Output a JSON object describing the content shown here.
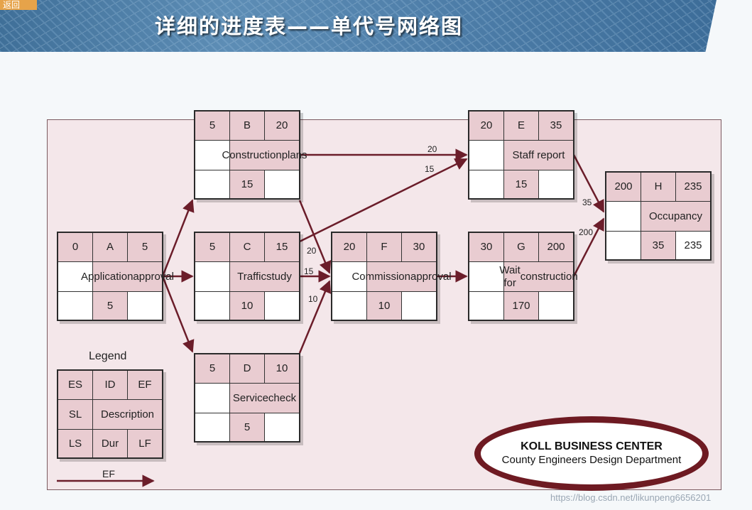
{
  "header": {
    "tag": "返回",
    "title": "详细的进度表——单代号网络图"
  },
  "nodes": [
    {
      "id": "A",
      "es": "0",
      "ef": "5",
      "desc_lines": [
        "Application",
        "approval"
      ],
      "sl": "",
      "dur": "5",
      "ls": "",
      "lf": ""
    },
    {
      "id": "B",
      "es": "5",
      "ef": "20",
      "desc_lines": [
        "Construction",
        "plans"
      ],
      "sl": "",
      "dur": "15",
      "ls": "",
      "lf": ""
    },
    {
      "id": "C",
      "es": "5",
      "ef": "15",
      "desc_lines": [
        "Traffic",
        "study"
      ],
      "sl": "",
      "dur": "10",
      "ls": "",
      "lf": ""
    },
    {
      "id": "D",
      "es": "5",
      "ef": "10",
      "desc_lines": [
        "Service",
        "check"
      ],
      "sl": "",
      "dur": "5",
      "ls": "",
      "lf": ""
    },
    {
      "id": "E",
      "es": "20",
      "ef": "35",
      "desc_lines": [
        "Staff report"
      ],
      "sl": "",
      "dur": "15",
      "ls": "",
      "lf": ""
    },
    {
      "id": "F",
      "es": "20",
      "ef": "30",
      "desc_lines": [
        "Commission",
        "approval"
      ],
      "sl": "",
      "dur": "10",
      "ls": "",
      "lf": ""
    },
    {
      "id": "G",
      "es": "30",
      "ef": "200",
      "desc_lines": [
        "Wait for",
        "construction"
      ],
      "sl": "",
      "dur": "170",
      "ls": "",
      "lf": ""
    },
    {
      "id": "H",
      "es": "200",
      "ef": "235",
      "desc_lines": [
        "Occupancy"
      ],
      "sl": "",
      "dur": "35",
      "ls": "",
      "lf": "235"
    }
  ],
  "edges": [
    {
      "from": "A",
      "to": "B",
      "label": ""
    },
    {
      "from": "A",
      "to": "C",
      "label": ""
    },
    {
      "from": "A",
      "to": "D",
      "label": ""
    },
    {
      "from": "B",
      "to": "E",
      "label": "20"
    },
    {
      "from": "C",
      "to": "E",
      "label": "15"
    },
    {
      "from": "B",
      "to": "F",
      "label": "20"
    },
    {
      "from": "C",
      "to": "F",
      "label": "15"
    },
    {
      "from": "D",
      "to": "F",
      "label": "10"
    },
    {
      "from": "F",
      "to": "G",
      "label": ""
    },
    {
      "from": "E",
      "to": "H",
      "label": "35"
    },
    {
      "from": "G",
      "to": "H",
      "label": "200"
    }
  ],
  "legend": {
    "title": "Legend",
    "es": "ES",
    "id": "ID",
    "ef": "EF",
    "sl": "SL",
    "desc": "Description",
    "ls": "LS",
    "dur": "Dur",
    "lf": "LF",
    "arrow_label": "EF"
  },
  "stamp": {
    "line1": "KOLL BUSINESS CENTER",
    "line2": "County Engineers Design Department"
  },
  "watermark": "https://blog.csdn.net/likunpeng6656201",
  "colors": {
    "arrow": "#6b1d2a",
    "cell_fill": "#e9ccd1",
    "panel": "#f4e7ea"
  }
}
